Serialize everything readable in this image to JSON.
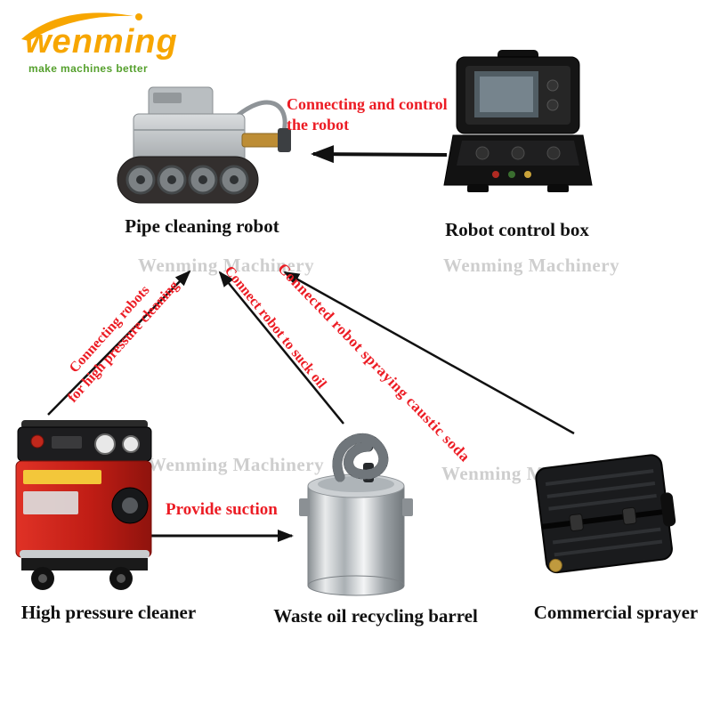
{
  "logo": {
    "brand": "wenming",
    "tagline": "make machines better"
  },
  "watermark": "Wenming Machinery",
  "equipment": [
    {
      "id": "pipe-cleaning-robot",
      "label": "Pipe cleaning robot"
    },
    {
      "id": "robot-control-box",
      "label": "Robot control box"
    },
    {
      "id": "high-pressure-cleaner",
      "label": "High pressure cleaner"
    },
    {
      "id": "waste-oil-recycling-barrel",
      "label": "Waste oil recycling barrel"
    },
    {
      "id": "commercial-sprayer",
      "label": "Commercial sprayer"
    }
  ],
  "annotations": {
    "connect_control": {
      "line1": "Connecting and control",
      "line2": "the robot"
    },
    "high_pressure": {
      "line1": "Connecting robots",
      "line2": "for high pressure cleaning"
    },
    "suck_oil": {
      "text": "Connect robot to suck oil"
    },
    "caustic_soda": {
      "text": "Connected robot spraying caustic soda"
    },
    "provide_suction": {
      "text": "Provide suction"
    }
  },
  "colors": {
    "accent_red": "#ec1c24",
    "brand_orange": "#f7a600",
    "tagline_green": "#55a02d",
    "arrow_black": "#111111"
  }
}
